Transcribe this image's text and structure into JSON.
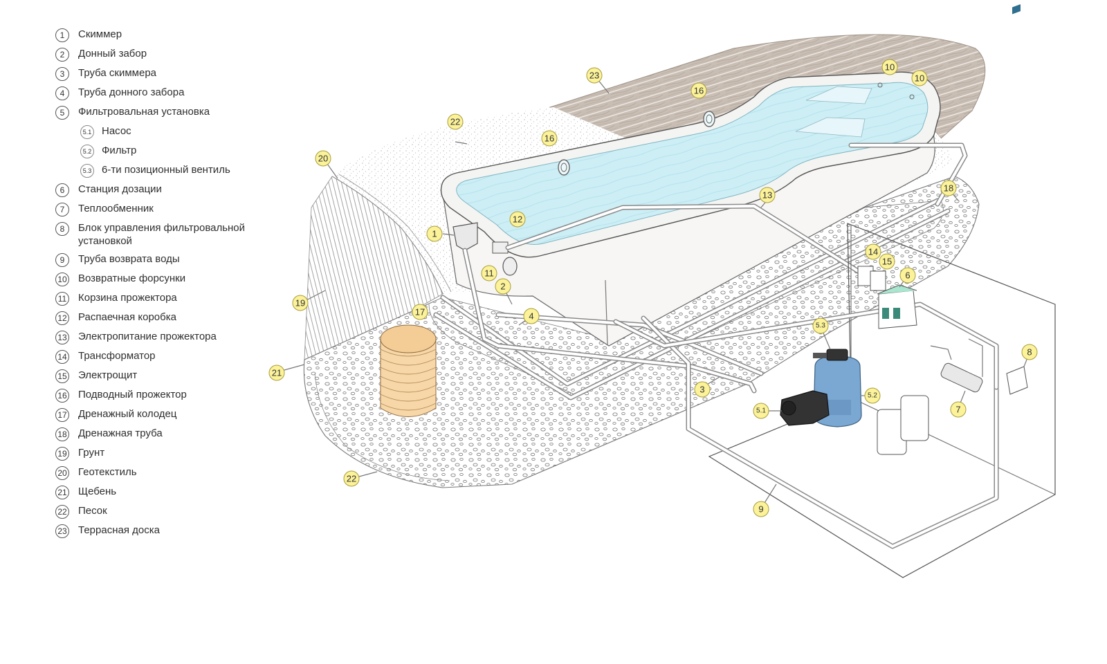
{
  "legend": [
    {
      "num": "1",
      "label": "Скиммер"
    },
    {
      "num": "2",
      "label": "Донный забор"
    },
    {
      "num": "3",
      "label": "Труба скиммера"
    },
    {
      "num": "4",
      "label": "Труба донного забора"
    },
    {
      "num": "5",
      "label": "Фильтровальная установка"
    },
    {
      "num": "5.1",
      "label": "Насос",
      "sub": true
    },
    {
      "num": "5.2",
      "label": "Фильтр",
      "sub": true
    },
    {
      "num": "5.3",
      "label": "6-ти позиционный вентиль",
      "sub": true
    },
    {
      "num": "6",
      "label": "Станция дозации"
    },
    {
      "num": "7",
      "label": "Теплообменник"
    },
    {
      "num": "8",
      "label": "Блок управления фильтровальной установкой"
    },
    {
      "num": "9",
      "label": "Труба возврата воды"
    },
    {
      "num": "10",
      "label": "Возвратные форсунки"
    },
    {
      "num": "11",
      "label": "Корзина прожектора"
    },
    {
      "num": "12",
      "label": "Распаечная коробка"
    },
    {
      "num": "13",
      "label": "Электропитание прожектора"
    },
    {
      "num": "14",
      "label": "Трансформатор"
    },
    {
      "num": "15",
      "label": "Электрощит"
    },
    {
      "num": "16",
      "label": "Подводный прожектор"
    },
    {
      "num": "17",
      "label": "Дренажный колодец"
    },
    {
      "num": "18",
      "label": "Дренажная труба"
    },
    {
      "num": "19",
      "label": "Грунт"
    },
    {
      "num": "20",
      "label": "Геотекстиль"
    },
    {
      "num": "21",
      "label": "Щебень"
    },
    {
      "num": "22",
      "label": "Песок"
    },
    {
      "num": "23",
      "label": "Террасная доска"
    }
  ],
  "callouts": {
    "c1": "1",
    "c2": "2",
    "c3": "3",
    "c4": "4",
    "c51": "5.1",
    "c52": "5.2",
    "c53": "5.3",
    "c6": "6",
    "c7": "7",
    "c8": "8",
    "c9": "9",
    "c10a": "10",
    "c10b": "10",
    "c11": "11",
    "c12": "12",
    "c13": "13",
    "c14": "14",
    "c15": "15",
    "c16a": "16",
    "c16b": "16",
    "c17": "17",
    "c18": "18",
    "c19": "19",
    "c20": "20",
    "c21": "21",
    "c22a": "22",
    "c22b": "22",
    "c23": "23"
  },
  "colors": {
    "water": "#cdeef5",
    "callout_fill": "#fbf29a",
    "well": "#f7d7a8",
    "filter_tank": "#7aa8d2",
    "deck": "#cbbfb5"
  }
}
